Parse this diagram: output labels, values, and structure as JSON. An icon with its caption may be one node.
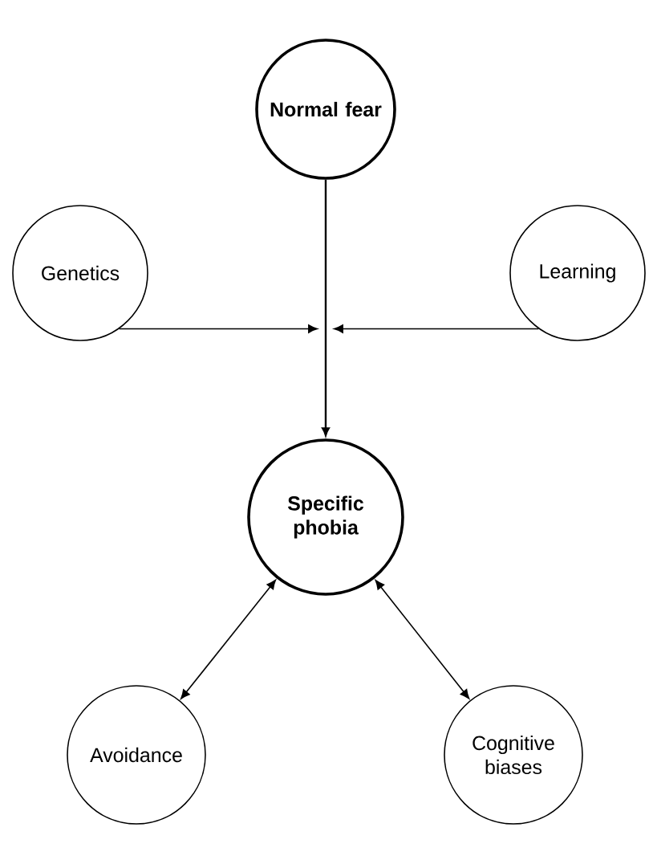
{
  "diagram": {
    "nodes": [
      {
        "text": [
          "Normal fear"
        ]
      },
      {
        "text": [
          "Genetics"
        ]
      },
      {
        "text": [
          "Learning"
        ]
      },
      {
        "text": [
          "Specific phobia"
        ]
      },
      {
        "text": [
          "Avoidance"
        ]
      },
      {
        "text": [
          "Cognitive biases"
        ]
      }
    ],
    "edges": [
      {
        "from": 0,
        "to": 3,
        "arrow": "to"
      },
      {
        "from": 1,
        "to": null,
        "arrow": "to"
      },
      {
        "from": 2,
        "to": null,
        "arrow": "to"
      },
      {
        "from": 3,
        "to": 4,
        "arrow": "both"
      },
      {
        "from": 3,
        "to": 5,
        "arrow": "both"
      }
    ]
  }
}
